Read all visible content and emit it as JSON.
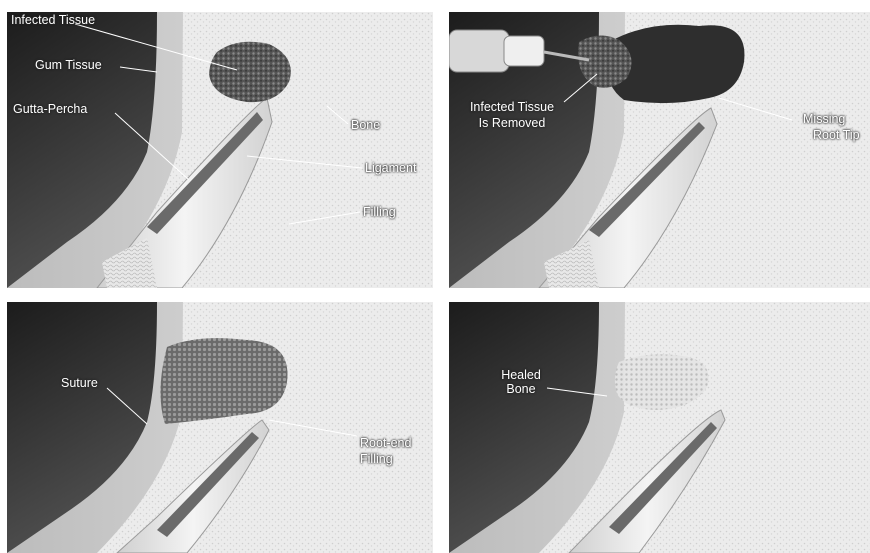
{
  "panels": [
    {
      "labels": {
        "infected_tissue": "Infected Tissue",
        "gum_tissue": "Gum Tissue",
        "gutta_percha": "Gutta-Percha",
        "bone": "Bone",
        "ligament": "Ligament",
        "filling": "Filling"
      }
    },
    {
      "labels": {
        "infected_removed_1": "Infected Tissue",
        "infected_removed_2": "Is Removed",
        "missing_1": "Missing",
        "missing_2": "Root Tip"
      }
    },
    {
      "labels": {
        "suture": "Suture",
        "root_end_1": "Root-end",
        "root_end_2": "Filling"
      }
    },
    {
      "labels": {
        "healed_1": "Healed",
        "healed_2": "Bone"
      }
    }
  ]
}
